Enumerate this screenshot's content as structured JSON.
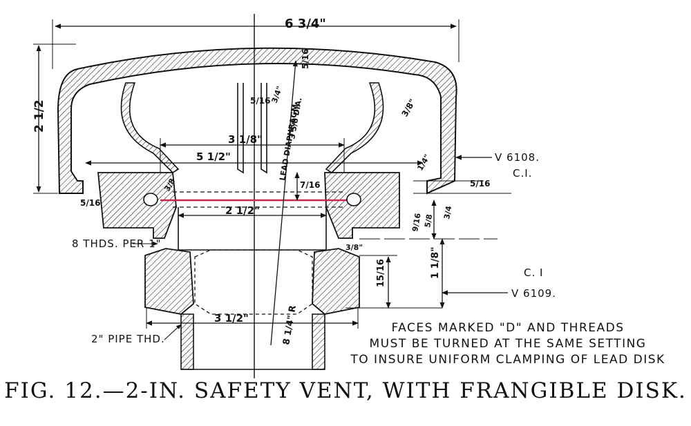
{
  "figure": {
    "caption_fig": "FIG. 12.",
    "caption_text": "—2-IN. SAFETY VENT, WITH FRANGIBLE DISK."
  },
  "parts": {
    "top_part": "V 6108.",
    "top_material": "C.I.",
    "bottom_part": "V 6109.",
    "bottom_material": "C. I"
  },
  "dimensions": {
    "overall_width": "6 3/4\"",
    "overall_height": "2 1/2",
    "cap_thickness": "5/16",
    "diaphragm_label": "LEAD DIAPHRAGM",
    "diaphragm_dia": "3 5/8 DIA.",
    "rib_thickness": "5/16",
    "fillet_left": "3/4\"",
    "fillet_right": "3/8\"",
    "inner_span": "5 1/2\"",
    "seat_span": "3 1/8\"",
    "bore": "2 1/2\"",
    "gap": "7/16",
    "lip_left": "5/16",
    "lip_right": "5/16",
    "flange_a": "9/16",
    "flange_b": "5/8",
    "flange_c": "3/4",
    "seat_height": "1 1/8\"",
    "hex_height": "15/16",
    "hex_width": "3 1/2\"",
    "radius": "8 1/4\" R",
    "thread_note": "8 THDS. PER 1\"",
    "pipe_note": "2\" PIPE THD.",
    "small_a": "3/8",
    "small_b": "1/4\"",
    "small_c": "3/8\""
  },
  "notes": [
    "FACES MARKED \"D\" AND THREADS",
    "MUST BE TURNED AT THE SAME SETTING",
    "TO INSURE UNIFORM CLAMPING OF LEAD DISK"
  ],
  "colors": {
    "ink": "#111111",
    "highlight": "#c62a4a"
  }
}
